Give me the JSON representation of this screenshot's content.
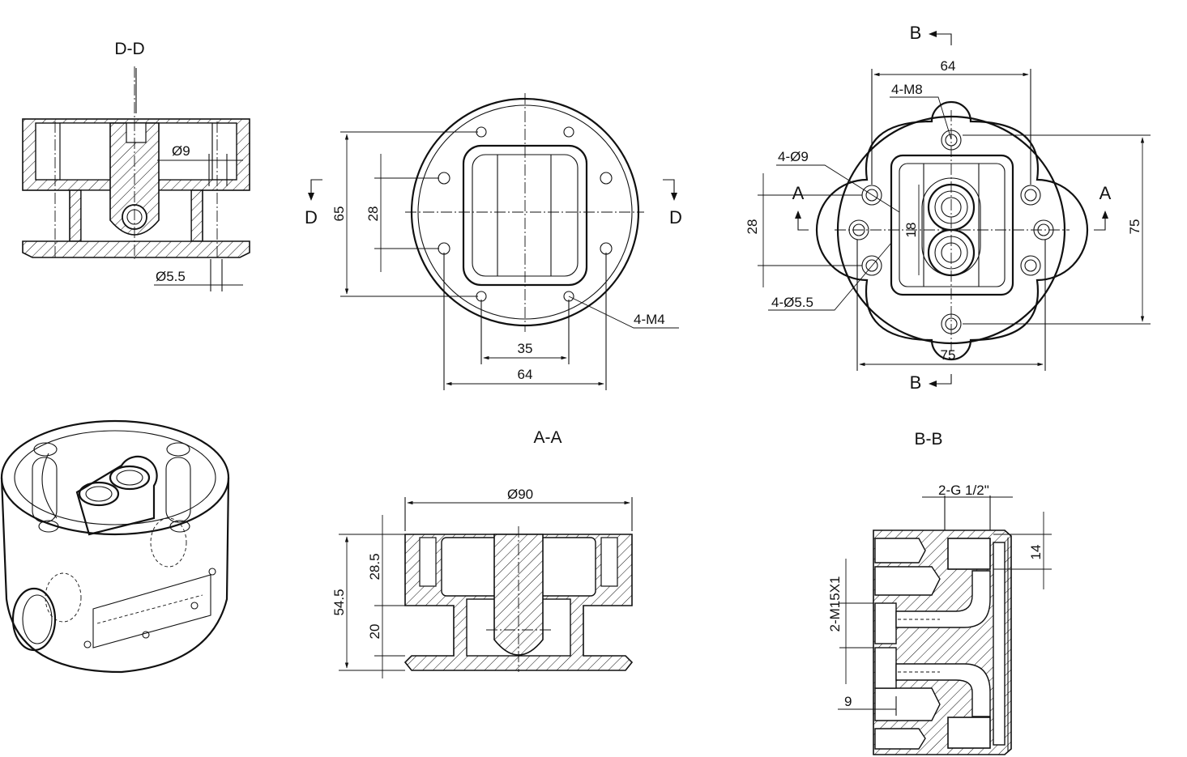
{
  "views": {
    "section_dd": "D-D",
    "section_aa": "A-A",
    "section_bb": "B-B"
  },
  "cut_marks": {
    "d": "D",
    "a": "A",
    "b": "B"
  },
  "dims": {
    "dd_hole_dia": "Ø9",
    "dd_counterbore_dia": "Ø5.5",
    "front_height": "65",
    "front_inner_height": "28",
    "front_thread": "4-M4",
    "front_hole_spacing": "35",
    "front_width": "64",
    "right_top_width": "64",
    "right_thread": "4-M8",
    "right_hole_9": "4-Ø9",
    "right_height_28": "28",
    "right_port_spacing": "18",
    "right_hole_55": "4-Ø5.5",
    "right_height_75": "75",
    "right_width_75": "75",
    "aa_diameter": "Ø90",
    "aa_total_height": "54.5",
    "aa_upper_height": "28.5",
    "aa_lower_height": "20",
    "bb_port_thread": "2-G 1/2\"",
    "bb_port_depth": "14",
    "bb_side_thread": "2-M15X1",
    "bb_wall": "9"
  }
}
